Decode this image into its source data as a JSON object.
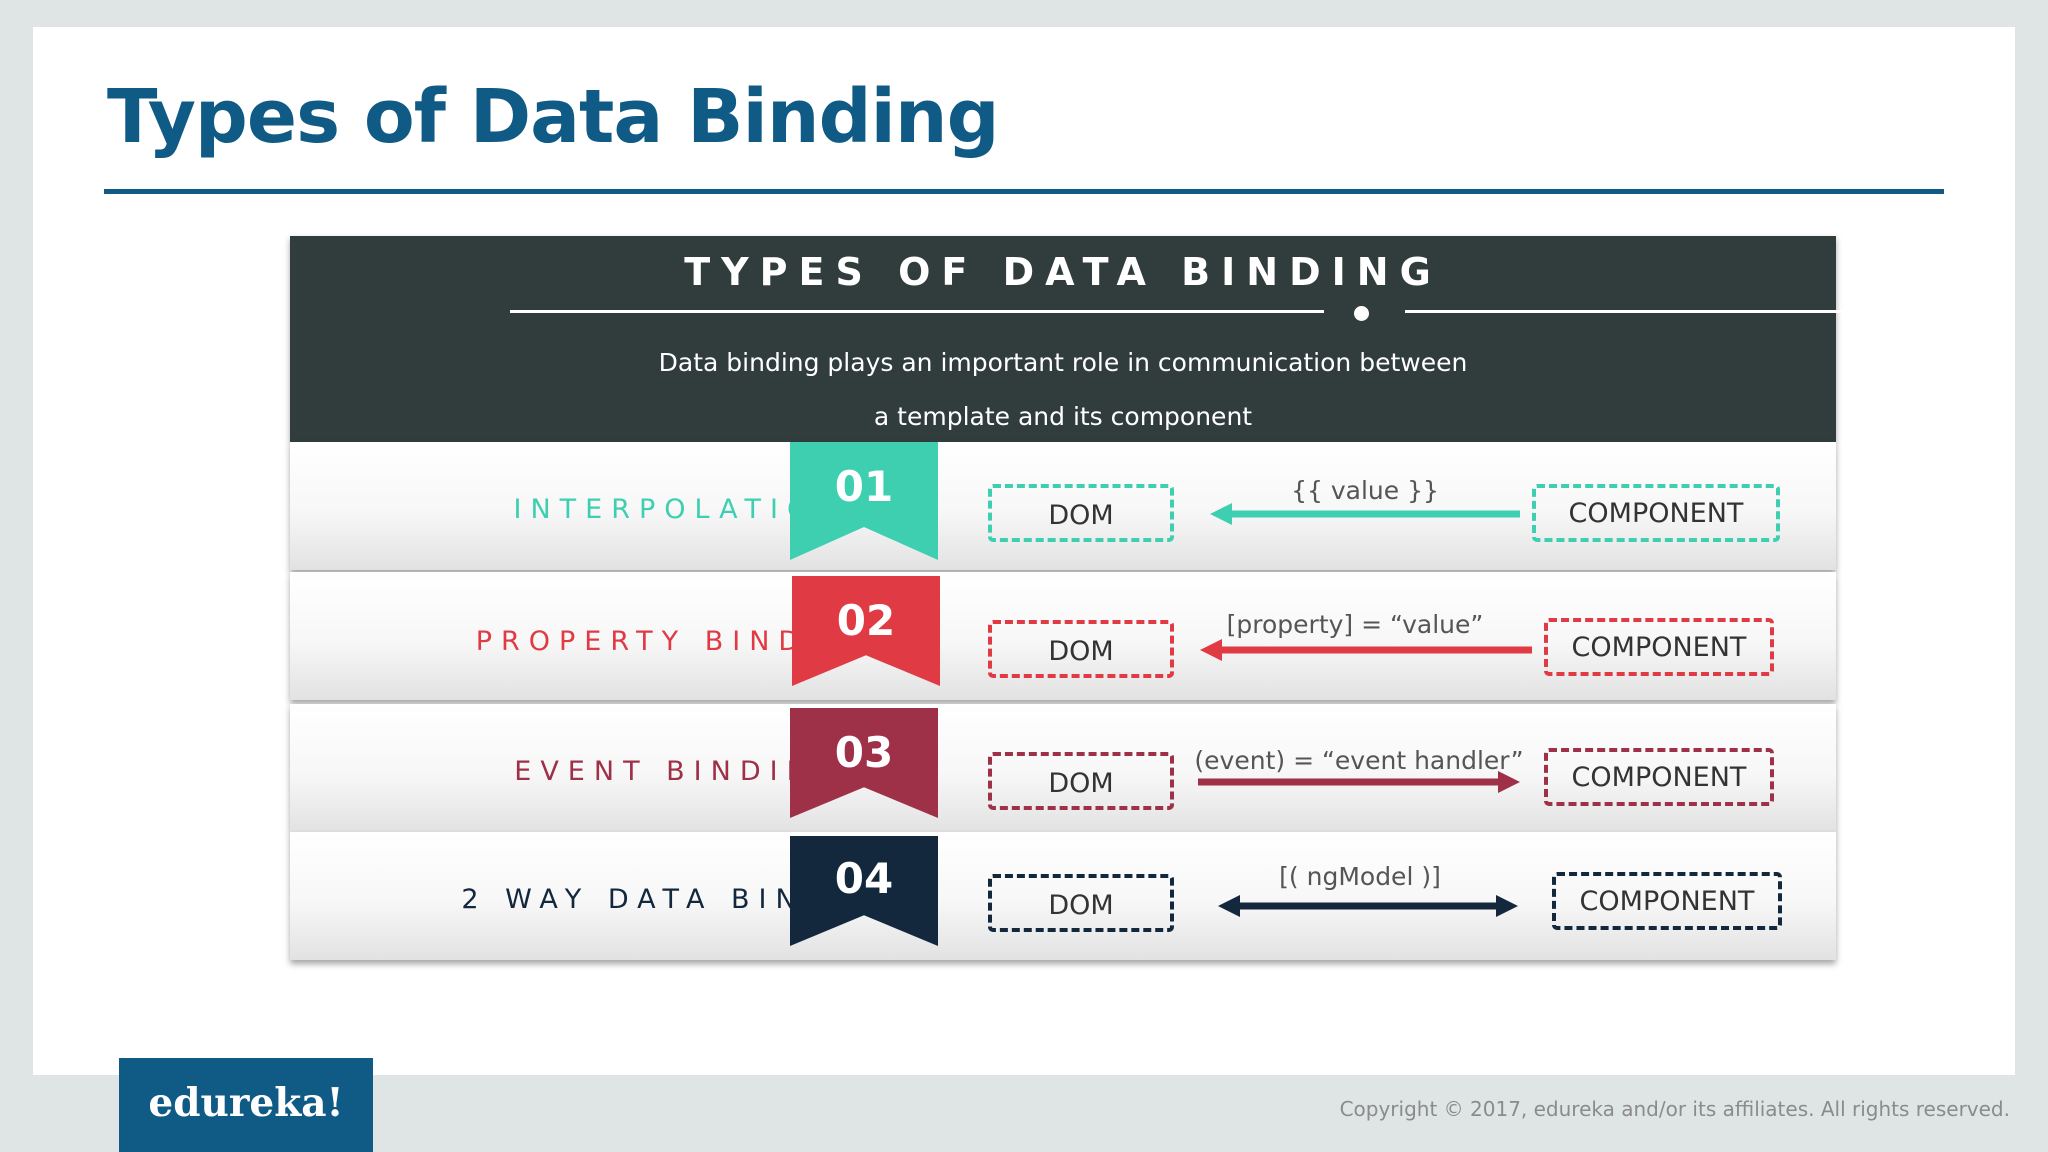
{
  "slide": {
    "title": "Types of Data Binding",
    "colors": {
      "title": "#105a86",
      "header_bg": "#313d3d"
    }
  },
  "panel": {
    "heading": "TYPES OF DATA BINDING",
    "description_line1": "Data binding plays an important role in communication between",
    "description_line2": "a template and its component"
  },
  "rows": [
    {
      "label": "INTERPOLATION",
      "number": "01",
      "dom": "DOM",
      "syntax": "{{ value }}",
      "component": "COMPONENT",
      "direction": "component-to-dom",
      "color": "#3dcfb0"
    },
    {
      "label": "PROPERTY BINDING",
      "number": "02",
      "dom": "DOM",
      "syntax": "[property] = “value”",
      "component": "COMPONENT",
      "direction": "component-to-dom",
      "color": "#e03a45"
    },
    {
      "label": "EVENT BINDING",
      "number": "03",
      "dom": "DOM",
      "syntax": "(event) = “event handler”",
      "component": "COMPONENT",
      "direction": "dom-to-component",
      "color": "#9e3048"
    },
    {
      "label": "2 WAY DATA BINDING",
      "number": "04",
      "dom": "DOM",
      "syntax": "[( ngModel )]",
      "component": "COMPONENT",
      "direction": "bidirectional",
      "color": "#13273d"
    }
  ],
  "footer": {
    "logo_text": "edureka!",
    "copyright": "Copyright © 2017, edureka and/or its affiliates. All rights reserved."
  }
}
